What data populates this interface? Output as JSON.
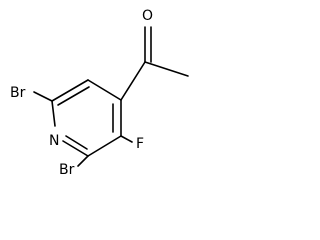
{
  "molecule": {
    "atoms": {
      "oxygen": "O",
      "fluorine": "F",
      "nitrogen": "N",
      "bromine_top": "Br",
      "bromine_bottom": "Br"
    },
    "colors": {
      "bond": "#000000",
      "label": "#000000",
      "background": "#ffffff"
    }
  }
}
